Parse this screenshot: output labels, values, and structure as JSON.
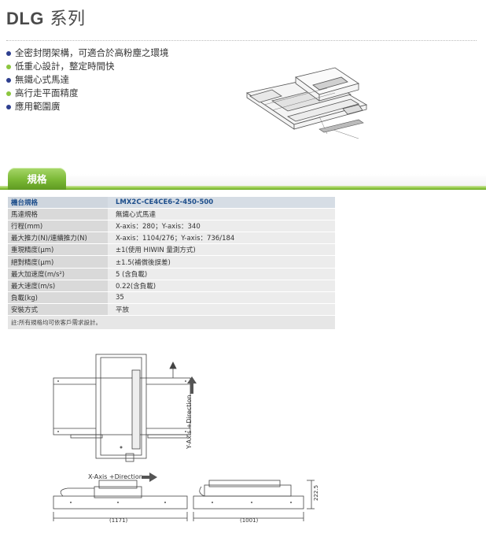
{
  "header": {
    "title_latin": "DLG",
    "title_cjk": "系列"
  },
  "features": [
    {
      "text": "全密封閉架構，可適合於高粉塵之環境",
      "color": "#2e3f8f"
    },
    {
      "text": "低重心設計，整定時間快",
      "color": "#8cc63f"
    },
    {
      "text": "無鐵心式馬達",
      "color": "#2e3f8f"
    },
    {
      "text": "高行走平面精度",
      "color": "#8cc63f"
    },
    {
      "text": "應用範圍廣",
      "color": "#2e3f8f"
    }
  ],
  "tab": {
    "label": "規格"
  },
  "spec": {
    "header": {
      "key": "機台規格",
      "value": "LMX2C-CE4CE6-2-450-500"
    },
    "rows": [
      {
        "key": "馬達規格",
        "value": "無鐵心式馬達"
      },
      {
        "key": "行程(mm)",
        "value": "X-axis：280；Y-axis：340"
      },
      {
        "key": "最大推力(N)/連續推力(N)",
        "value": "X-axis：1104/276；Y-axis：736/184"
      },
      {
        "key": "重現精度(μm)",
        "value": "±1(使用 HIWIN 量測方式)"
      },
      {
        "key": "絕對精度(μm)",
        "value": "±1.5(補償後誤差)"
      },
      {
        "key": "最大加速度(m/s²)",
        "value": "5 (含負載)"
      },
      {
        "key": "最大速度(m/s)",
        "value": "0.22(含負載)"
      },
      {
        "key": "負載(kg)",
        "value": "35"
      },
      {
        "key": "安裝方式",
        "value": "平放"
      }
    ],
    "note": "註:所有規格均可依客戶需求設計。"
  },
  "drawing": {
    "y_axis_label": "Y-Axis +Direction",
    "x_axis_label": "X-Axis +Direction",
    "dim_front_width": "(1171)",
    "dim_side_width": "(1001)",
    "dim_height": "222.5"
  }
}
